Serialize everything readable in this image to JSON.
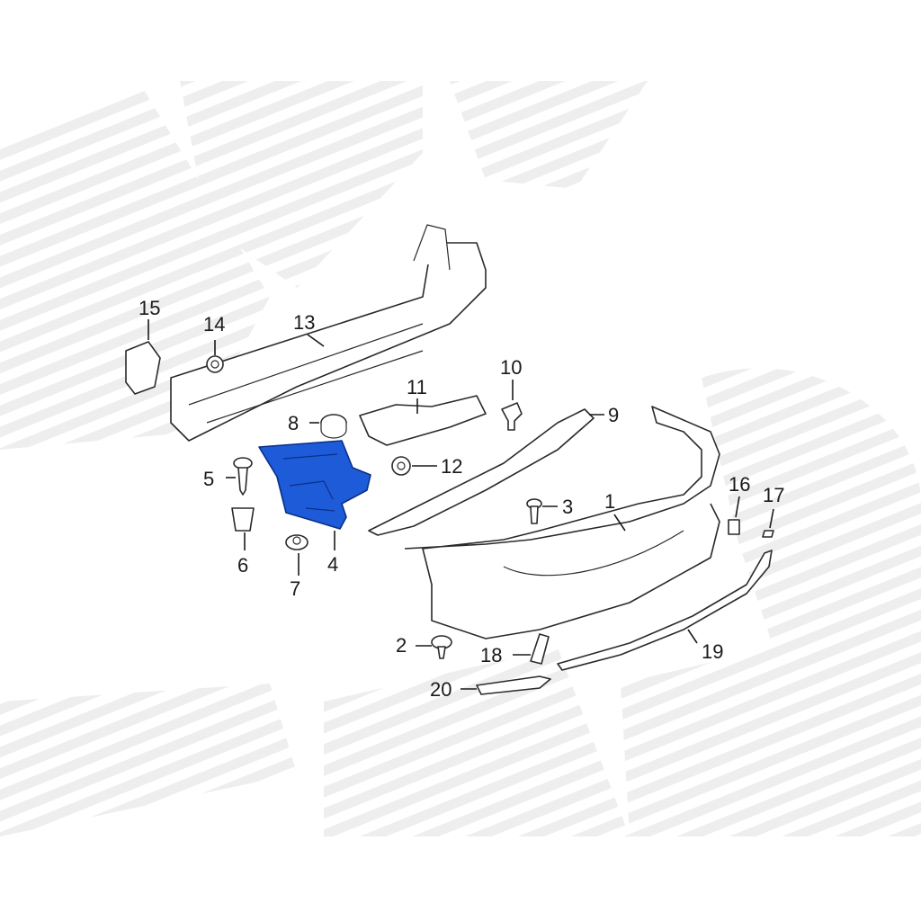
{
  "callouts": [
    {
      "id": "1",
      "label": "1"
    },
    {
      "id": "2",
      "label": "2"
    },
    {
      "id": "3",
      "label": "3"
    },
    {
      "id": "4",
      "label": "4"
    },
    {
      "id": "5",
      "label": "5"
    },
    {
      "id": "6",
      "label": "6"
    },
    {
      "id": "7",
      "label": "7"
    },
    {
      "id": "8",
      "label": "8"
    },
    {
      "id": "9",
      "label": "9"
    },
    {
      "id": "10",
      "label": "10"
    },
    {
      "id": "11",
      "label": "11"
    },
    {
      "id": "12",
      "label": "12"
    },
    {
      "id": "13",
      "label": "13"
    },
    {
      "id": "14",
      "label": "14"
    },
    {
      "id": "15",
      "label": "15"
    },
    {
      "id": "16",
      "label": "16"
    },
    {
      "id": "17",
      "label": "17"
    },
    {
      "id": "18",
      "label": "18"
    },
    {
      "id": "19",
      "label": "19"
    },
    {
      "id": "20",
      "label": "20"
    }
  ],
  "highlighted_part": "4",
  "colors": {
    "highlight": "#1e5bd8",
    "line": "#2a2a2a",
    "watermark": "#ececec"
  }
}
